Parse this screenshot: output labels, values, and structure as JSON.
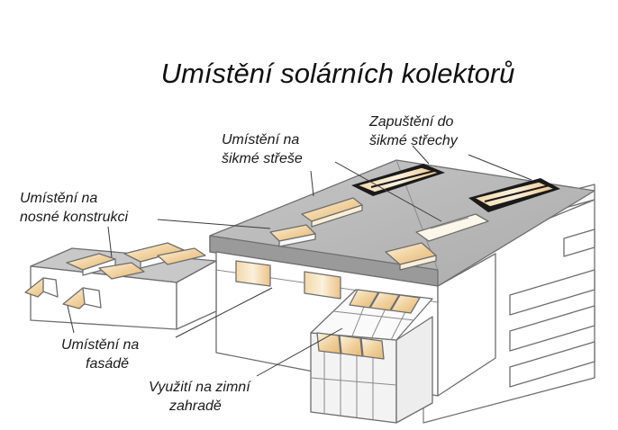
{
  "title": "Umístění solárních kolektorů",
  "labels": {
    "sloped_roof_line1": "Umístění na",
    "sloped_roof_line2": "šikmé střeše",
    "recessed_line1": "Zapuštění do",
    "recessed_line2": "šikmé střechy",
    "support_line1": "Umístění na",
    "support_line2": "nosné konstrukci",
    "facade_line1": "Umístění na",
    "facade_line2": "fasádě",
    "winter_garden_line1": "Využití na zimní",
    "winter_garden_line2": "zahradě"
  },
  "colors": {
    "roof": "#b9b9b9",
    "wall": "#ffffff",
    "line": "#6e6e6e",
    "collector_warm": "#f0cf9a",
    "collector_light": "#fbeed7",
    "collector_dark": "#1a1a1a",
    "text": "#1a1a1a"
  }
}
